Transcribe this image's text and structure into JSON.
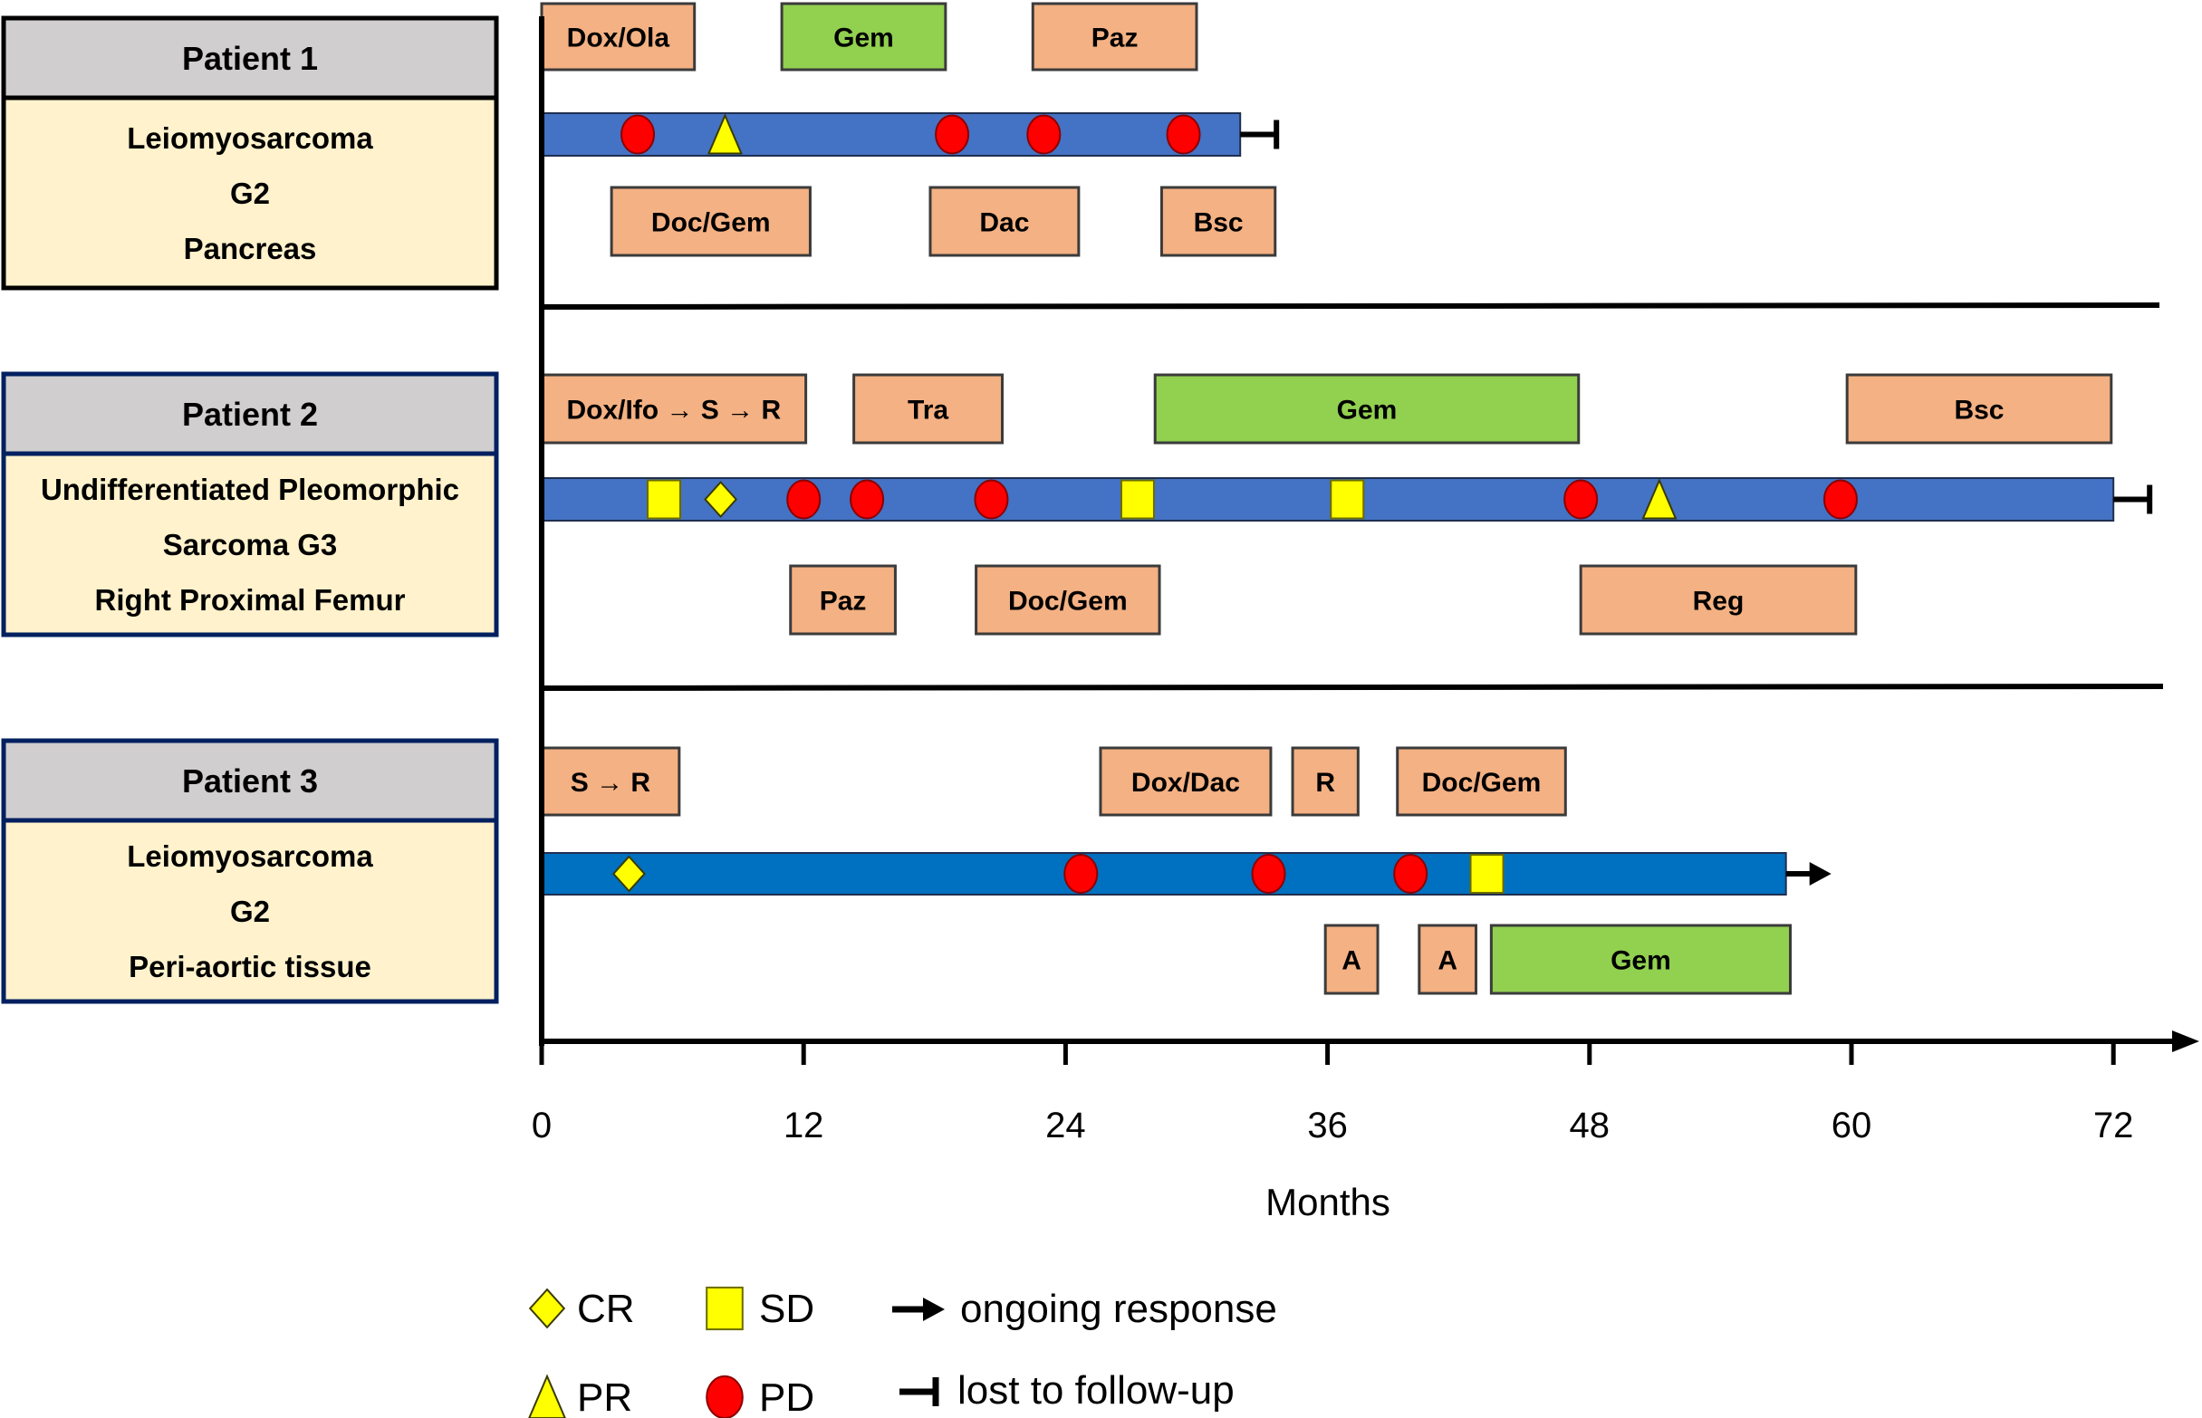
{
  "chart_data": {
    "type": "timeline",
    "xlabel": "Months",
    "x_ticks": [
      0,
      12,
      24,
      36,
      48,
      60,
      72
    ],
    "xlim": [
      0,
      74
    ],
    "colors": {
      "timeline_bar": "#4472C4",
      "timeline_bar_p3": "#0070C0",
      "chemo_box": "#F4B183",
      "gem_box": "#92D050",
      "patient_header": "#D0CECE",
      "patient_body": "#FFF2CC",
      "marker_yellow": "#FFFF00",
      "marker_red": "#FF0000"
    },
    "patients": [
      {
        "title": "Patient 1",
        "details": [
          "Leiomyosarcoma",
          "G2",
          "Pancreas"
        ],
        "border": "#000000",
        "timeline": {
          "start": 0,
          "end": 32,
          "outcome": "lost to follow-up"
        },
        "treatments_above": [
          {
            "label": "Dox/Ola",
            "start": 0,
            "end": 7,
            "color": "chemo"
          },
          {
            "label": "Gem",
            "start": 11,
            "end": 18.5,
            "color": "gem"
          },
          {
            "label": "Paz",
            "start": 22.5,
            "end": 30,
            "color": "chemo"
          }
        ],
        "treatments_below": [
          {
            "label": "Doc/Gem",
            "start": 3.2,
            "end": 12.3,
            "color": "chemo"
          },
          {
            "label": "Dac",
            "start": 17.8,
            "end": 24.6,
            "color": "chemo"
          },
          {
            "label": "Bsc",
            "start": 28.4,
            "end": 33.6,
            "color": "chemo"
          }
        ],
        "responses": [
          {
            "type": "PD",
            "month": 4.4
          },
          {
            "type": "PR",
            "month": 8.4
          },
          {
            "type": "PD",
            "month": 18.8
          },
          {
            "type": "PD",
            "month": 23
          },
          {
            "type": "PD",
            "month": 29.4
          }
        ]
      },
      {
        "title": "Patient 2",
        "details": [
          "Undifferentiated Pleomorphic",
          "Sarcoma G3",
          "Right Proximal Femur"
        ],
        "border": "#002060",
        "timeline": {
          "start": 0,
          "end": 72,
          "outcome": "lost to follow-up"
        },
        "treatments_above": [
          {
            "label": "Dox/Ifo → S → R",
            "start": 0,
            "end": 12.1,
            "color": "chemo"
          },
          {
            "label": "Tra",
            "start": 14.3,
            "end": 21.1,
            "color": "chemo"
          },
          {
            "label": "Gem",
            "start": 28.1,
            "end": 47.5,
            "color": "gem"
          },
          {
            "label": "Bsc",
            "start": 59.8,
            "end": 71.9,
            "color": "chemo"
          }
        ],
        "treatments_below": [
          {
            "label": "Paz",
            "start": 11.4,
            "end": 16.2,
            "color": "chemo"
          },
          {
            "label": "Doc/Gem",
            "start": 19.9,
            "end": 28.3,
            "color": "chemo"
          },
          {
            "label": "Reg",
            "start": 47.6,
            "end": 60.2,
            "color": "chemo"
          }
        ],
        "responses": [
          {
            "type": "SD",
            "month": 5.6
          },
          {
            "type": "CR",
            "month": 8.2
          },
          {
            "type": "PD",
            "month": 12
          },
          {
            "type": "PD",
            "month": 14.9
          },
          {
            "type": "PD",
            "month": 20.6
          },
          {
            "type": "SD",
            "month": 27.3
          },
          {
            "type": "SD",
            "month": 36.9
          },
          {
            "type": "PD",
            "month": 47.6
          },
          {
            "type": "PR",
            "month": 51.2
          },
          {
            "type": "PD",
            "month": 59.5
          }
        ]
      },
      {
        "title": "Patient 3",
        "details": [
          "Leiomyosarcoma",
          "G2",
          "Peri-aortic tissue"
        ],
        "border": "#002060",
        "timeline": {
          "start": 0,
          "end": 57,
          "outcome": "ongoing response"
        },
        "treatments_above": [
          {
            "label": "S → R",
            "start": 0,
            "end": 6.3,
            "color": "chemo"
          },
          {
            "label": "Dox/Dac",
            "start": 25.6,
            "end": 33.4,
            "color": "chemo"
          },
          {
            "label": "R",
            "start": 34.4,
            "end": 37.4,
            "color": "chemo"
          },
          {
            "label": "Doc/Gem",
            "start": 39.2,
            "end": 46.9,
            "color": "chemo"
          }
        ],
        "treatments_below": [
          {
            "label": "A",
            "start": 35.9,
            "end": 38.3,
            "color": "chemo"
          },
          {
            "label": "A",
            "start": 40.2,
            "end": 42.8,
            "color": "chemo"
          },
          {
            "label": "Gem",
            "start": 43.5,
            "end": 57.2,
            "color": "gem"
          }
        ],
        "responses": [
          {
            "type": "CR",
            "month": 4
          },
          {
            "type": "PD",
            "month": 24.7
          },
          {
            "type": "PD",
            "month": 33.3
          },
          {
            "type": "PD",
            "month": 39.8
          },
          {
            "type": "SD",
            "month": 43.3
          }
        ]
      }
    ],
    "legend": [
      {
        "symbol": "CR",
        "label": "CR"
      },
      {
        "symbol": "SD",
        "label": "SD"
      },
      {
        "symbol": "arrow",
        "label": "ongoing response"
      },
      {
        "symbol": "PR",
        "label": "PR"
      },
      {
        "symbol": "PD",
        "label": "PD"
      },
      {
        "symbol": "tbar",
        "label": "lost to follow-up"
      }
    ]
  }
}
